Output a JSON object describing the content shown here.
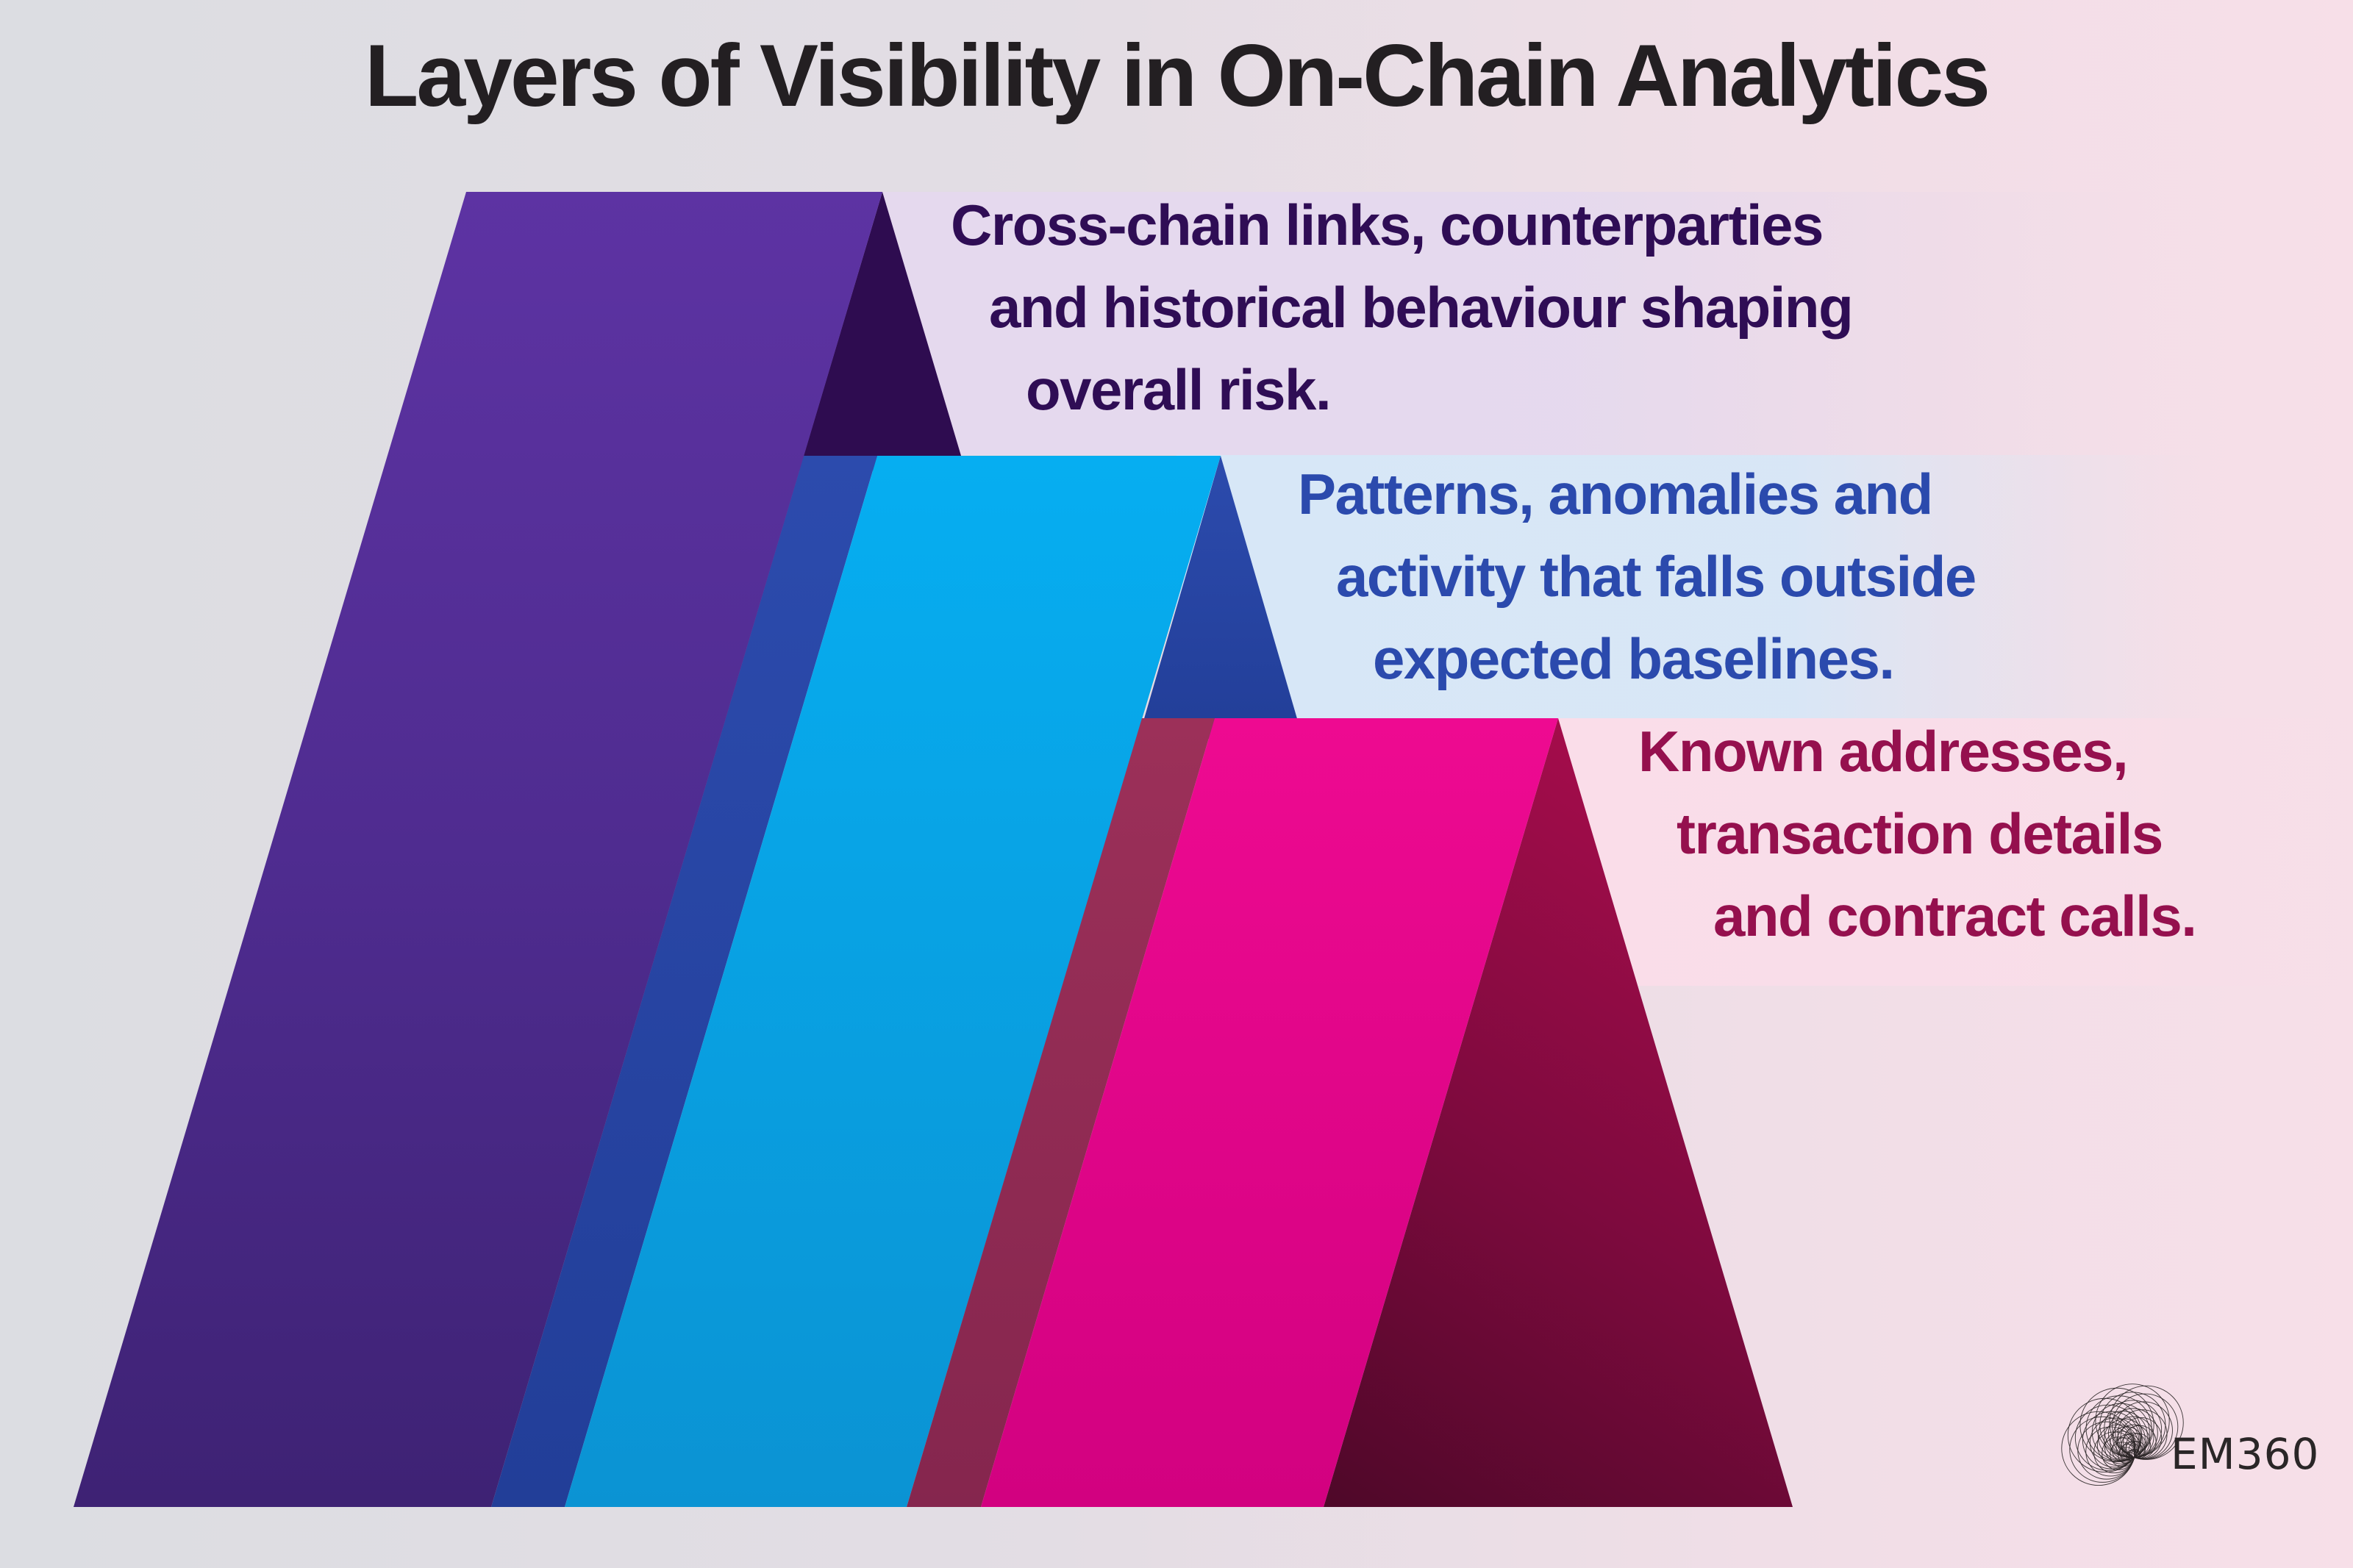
{
  "title": "Layers of Visibility in On-Chain Analytics",
  "brand": {
    "name": "EM360"
  },
  "background": {
    "left": "#dcdde2",
    "right": "#f7dfe8"
  },
  "layers": [
    {
      "id": "cross-chain-context",
      "label_lines": [
        "Cross-chain links, counterparties",
        "and historical behaviour shaping",
        "overall risk."
      ],
      "band_color": "#53309a",
      "shade_color": "#2e0c50",
      "panel_color": "#e5d9ee",
      "text_color": "#2f0d55"
    },
    {
      "id": "patterns-anomalies",
      "label_lines": [
        "Patterns, anomalies and",
        "activity that falls outside",
        "expected baselines."
      ],
      "band_color": "#06aef1",
      "shade_color": "#2a48ab",
      "panel_color": "#d7e7f7",
      "text_color": "#2b4aad"
    },
    {
      "id": "known-addresses",
      "label_lines": [
        "Known addresses,",
        "transaction details",
        "and contract calls."
      ],
      "band_color": "#ee0a91",
      "shade_color": "#9c3059",
      "panel_color": "#fadde9",
      "text_color": "#95104e"
    }
  ]
}
